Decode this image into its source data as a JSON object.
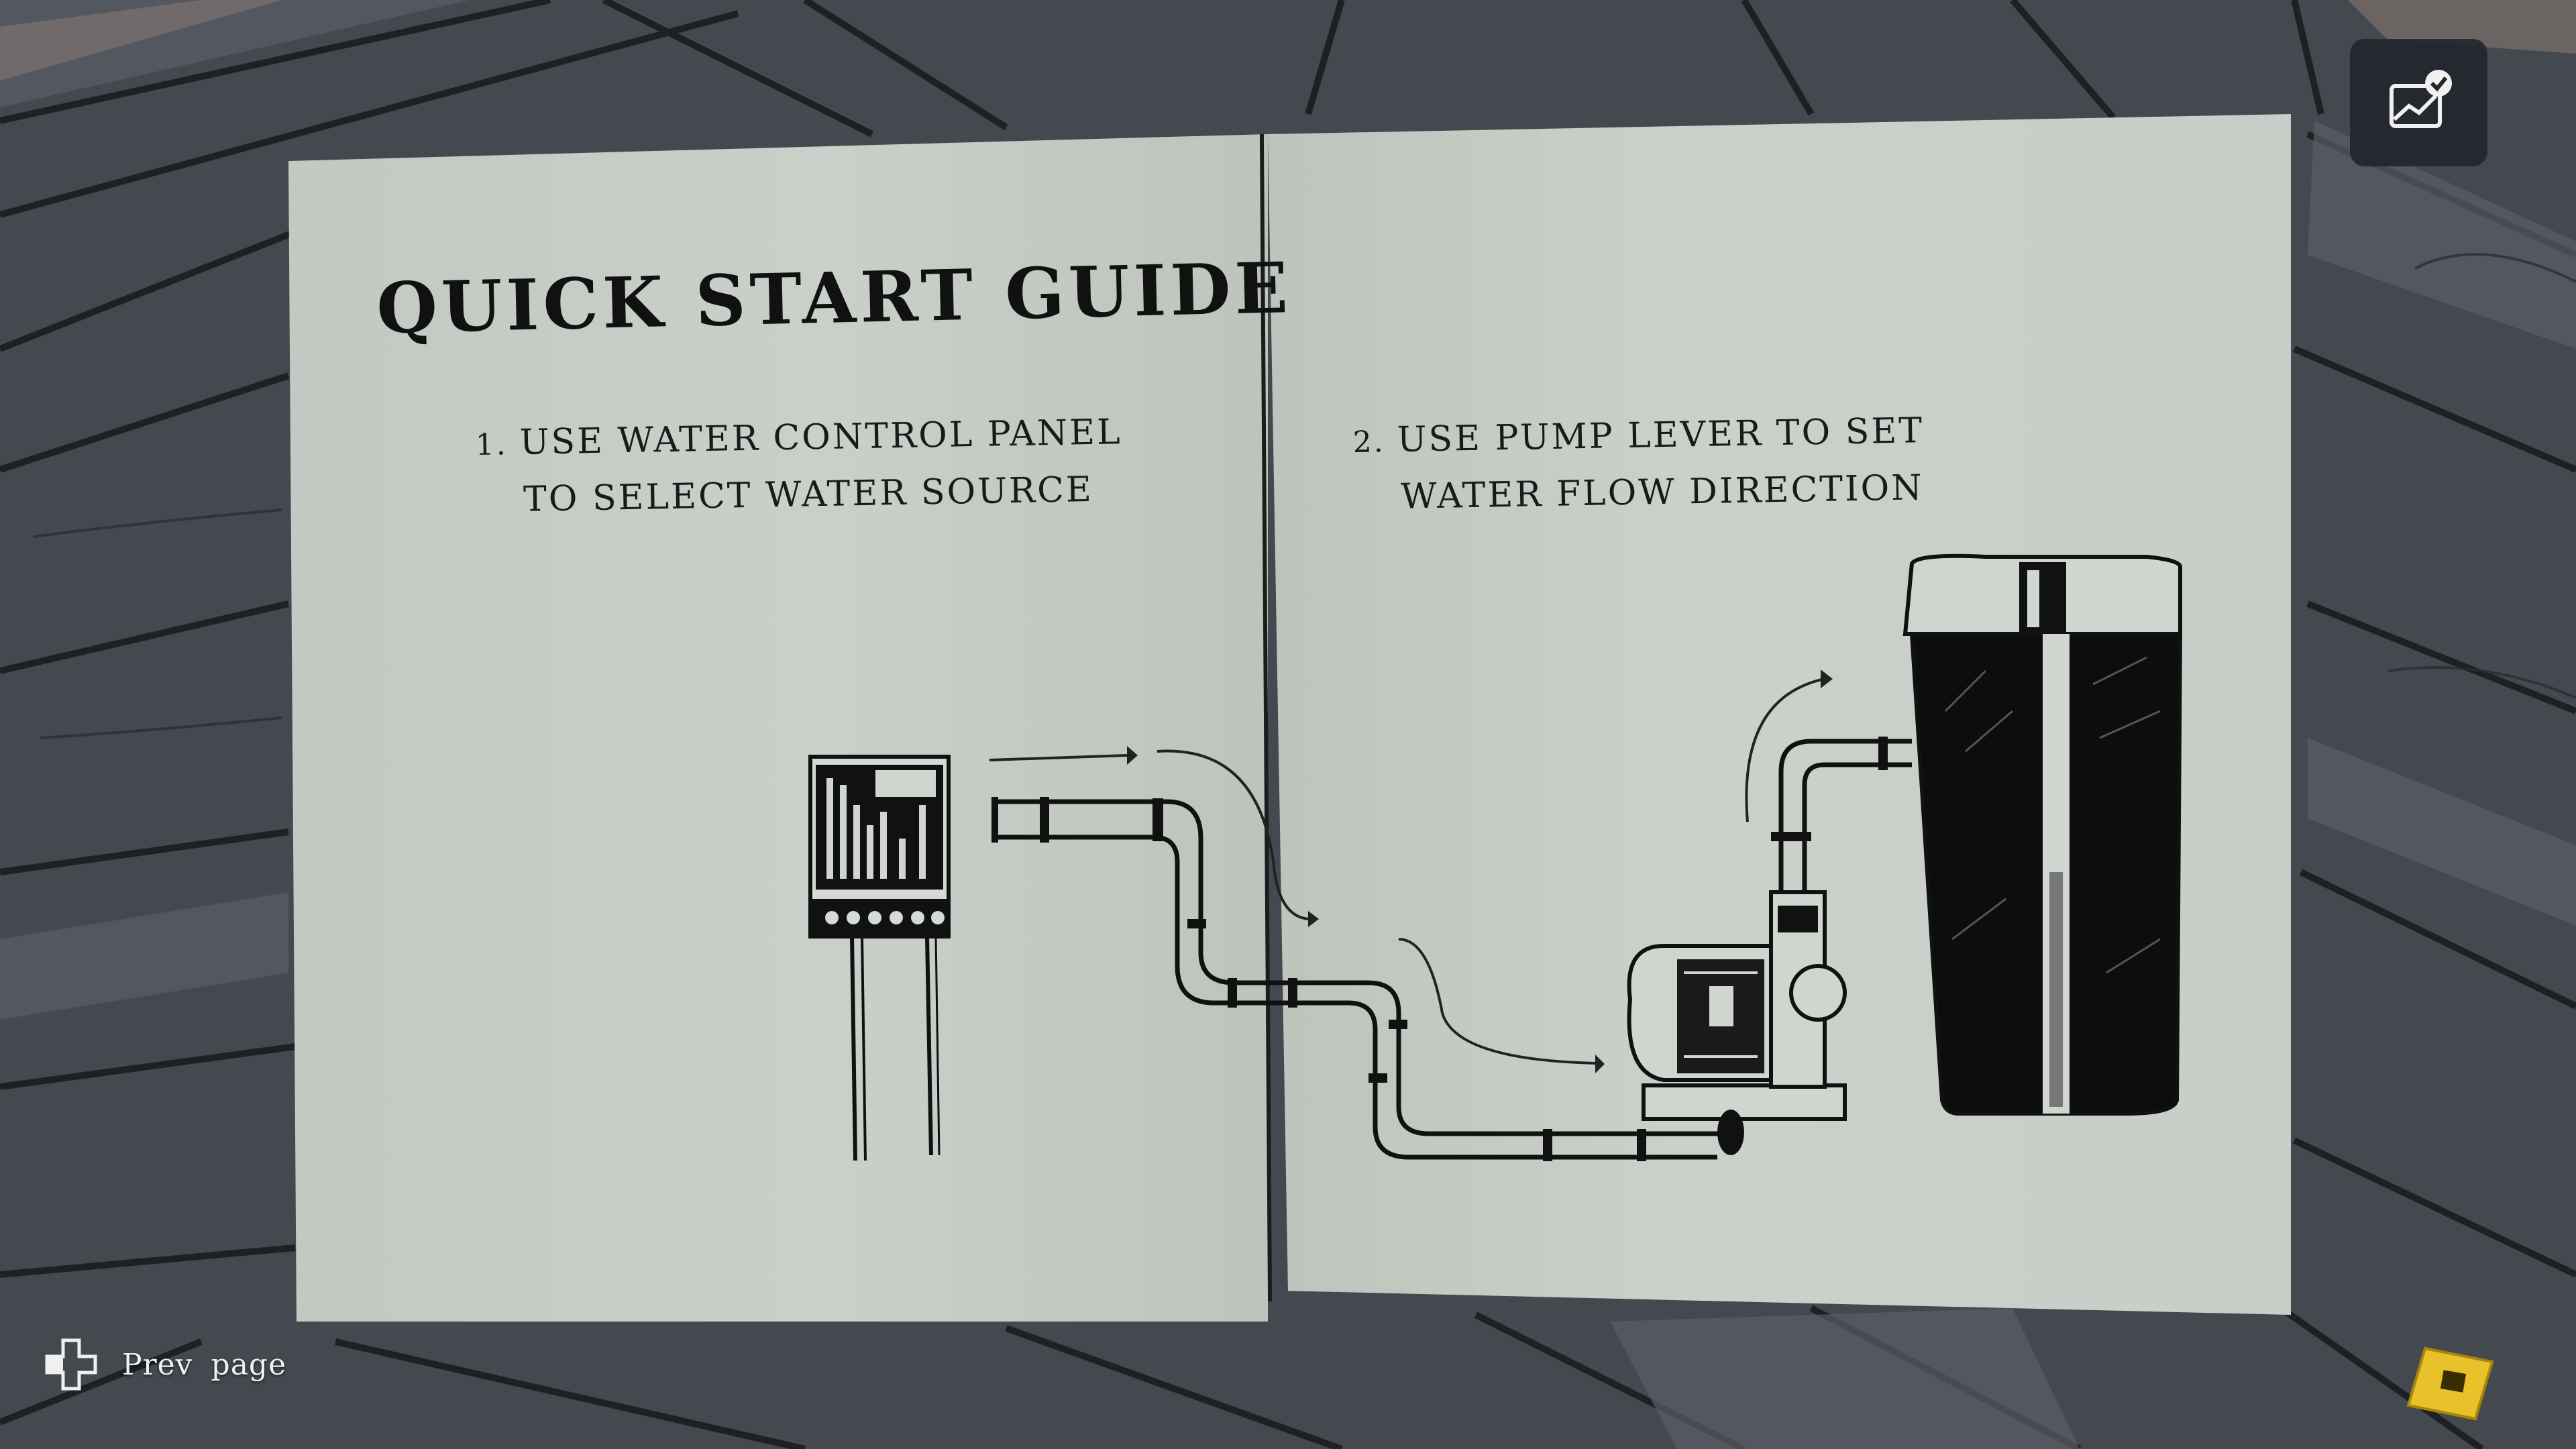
{
  "guide": {
    "title": "QUICK START GUIDE",
    "step1": {
      "number": "1.",
      "line1": "USE WATER CONTROL PANEL",
      "line2": "TO SELECT WATER SOURCE"
    },
    "step2": {
      "number": "2.",
      "line1": "USE PUMP LEVER TO SET",
      "line2": "WATER FLOW DIRECTION"
    }
  },
  "hud": {
    "prev_page_label": "Prev page",
    "prev_page_icon": "dpad-left-icon",
    "achievement_icon": "graph-checkmark-icon",
    "saving_icon": "saving-indicator-icon"
  },
  "colors": {
    "paper": "#c9d0c9",
    "ink": "#111111",
    "hud_panel": "#23262c",
    "save_icon": "#e8c22a"
  }
}
